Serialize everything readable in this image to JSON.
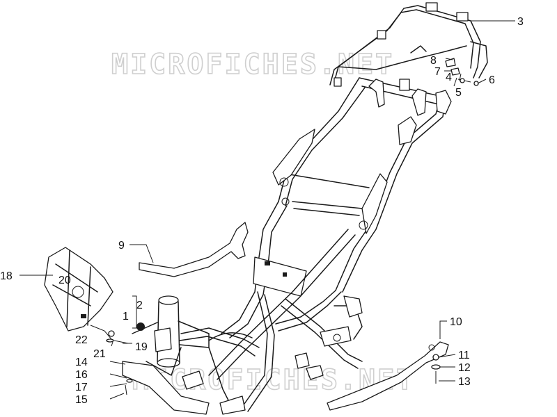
{
  "watermark": "MICROFICHES.NET",
  "callouts": {
    "c1": "1",
    "c2": "2",
    "c3": "3",
    "c4": "4",
    "c5": "5",
    "c6": "6",
    "c7": "7",
    "c8": "8",
    "c9": "9",
    "c10": "10",
    "c11": "11",
    "c12": "12",
    "c13": "13",
    "c14": "14",
    "c15": "15",
    "c16": "16",
    "c17": "17",
    "c18": "18",
    "c19": "19",
    "c20": "20",
    "c21": "21",
    "c22": "22"
  }
}
